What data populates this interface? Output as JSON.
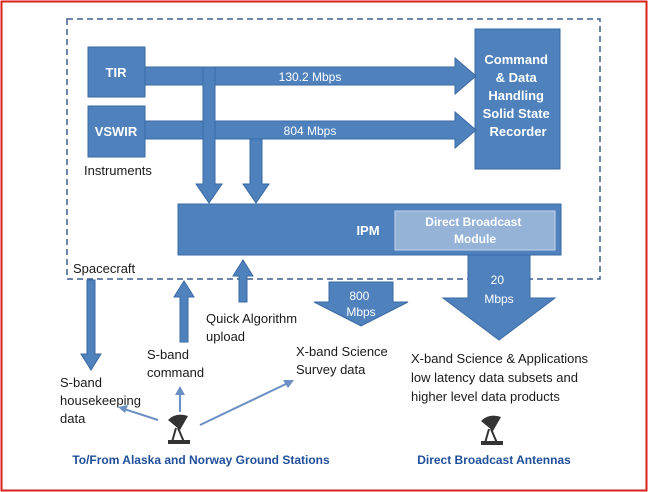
{
  "colors": {
    "border": "#d91f1f",
    "block_fill": "#4f81bd",
    "block_stroke": "#3a6aa5",
    "module_fill": "#95b3d7",
    "dash": "#3f5f8f",
    "label_blue": "#1f4e9a",
    "text": "#1a1a1a"
  },
  "blocks": {
    "tir": "TIR",
    "vswir": "VSWIR",
    "cdh": [
      "Command",
      "& Data",
      "Handling",
      "Solid State",
      "Recorder"
    ],
    "ipm": "IPM",
    "dbm": [
      "Direct Broadcast",
      "Module"
    ]
  },
  "labels": {
    "instruments": "Instruments",
    "spacecraft": "Spacecraft",
    "rate_tir": "130.2 Mbps",
    "rate_vswir": "804 Mbps",
    "rate_800": [
      "800",
      "Mbps"
    ],
    "rate_20": [
      "20",
      "Mbps"
    ],
    "quick_algorithm": [
      "Quick Algorithm",
      "upload"
    ],
    "s_band_command": [
      "S-band",
      "command"
    ],
    "s_band_housekeeping": [
      "S-band",
      "housekeeping",
      "data"
    ],
    "x_band_survey": [
      "X-band Science",
      "Survey data"
    ],
    "x_band_apps": [
      "X-band Science & Applications",
      "low latency data subsets and",
      "higher level data products"
    ],
    "ground_stations": "To/From Alaska and Norway Ground Stations",
    "direct_broadcast_antennas": "Direct Broadcast Antennas"
  },
  "icons": {
    "ground_antenna": "satellite-dish-icon",
    "broadcast_antenna": "satellite-dish-icon"
  }
}
